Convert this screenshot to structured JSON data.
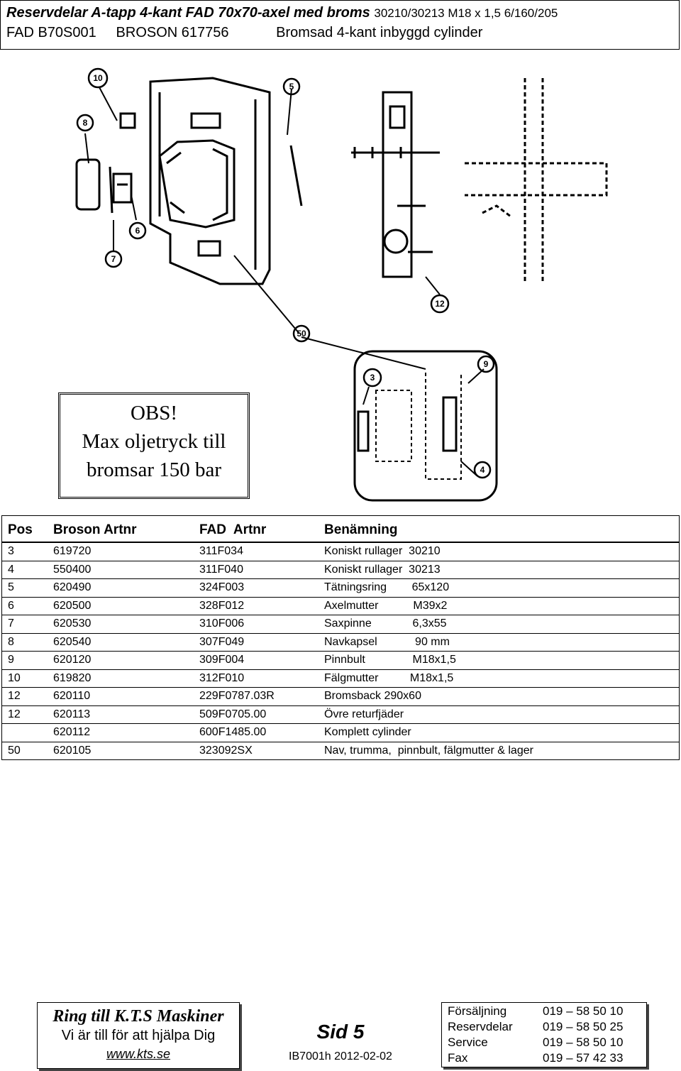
{
  "header": {
    "title": "Reservdelar A-tapp 4-kant FAD 70x70-axel med broms",
    "spec": "30210/30213   M18 x 1,5   6/160/205",
    "line2": "FAD B70S001     BROSON 617756            Bromsad 4-kant inbyggd cylinder"
  },
  "drawing": {
    "callouts": [
      "10",
      "5",
      "8",
      "6",
      "7",
      "12",
      "50",
      "3",
      "9",
      "4"
    ],
    "notice": {
      "line1": "OBS!",
      "line2": "Max oljetryck till",
      "line3": "bromsar 150 bar"
    }
  },
  "table": {
    "headers": [
      "Pos",
      "Broson Artnr",
      "FAD  Artnr",
      "Benämning"
    ],
    "rows": [
      [
        "3",
        "619720",
        "311F034",
        "Koniskt rullager  30210"
      ],
      [
        "4",
        "550400",
        "311F040",
        "Koniskt rullager  30213"
      ],
      [
        "5",
        "620490",
        "324F003",
        "Tätningsring        65x120"
      ],
      [
        "6",
        "620500",
        "328F012",
        "Axelmutter           M39x2"
      ],
      [
        "7",
        "620530",
        "310F006",
        "Saxpinne             6,3x55"
      ],
      [
        "8",
        "620540",
        "307F049",
        "Navkapsel            90 mm"
      ],
      [
        "9",
        "620120",
        "309F004",
        "Pinnbult               M18x1,5"
      ],
      [
        "10",
        "619820",
        "312F010",
        "Fälgmutter          M18x1,5"
      ],
      [
        "12",
        "620110",
        "229F0787.03R",
        "Bromsback 290x60"
      ],
      [
        "12",
        "620113",
        "509F0705.00",
        "Övre returfjäder"
      ],
      [
        "",
        "620112",
        "600F1485.00",
        "Komplett cylinder"
      ],
      [
        "50",
        "620105",
        "323092SX",
        "Nav, trumma,  pinnbult, fälgmutter & lager"
      ]
    ]
  },
  "footer": {
    "left": {
      "line1": "Ring till K.T.S Maskiner",
      "line2": "Vi är till för att hjälpa Dig",
      "link": "www.kts.se"
    },
    "middle": {
      "page": "Sid 5",
      "doc": "IB7001h 2012-02-02"
    },
    "contacts": [
      {
        "label": "Försäljning",
        "phone": "019 – 58 50 10"
      },
      {
        "label": "Reservdelar",
        "phone": "019 – 58 50 25"
      },
      {
        "label": "Service",
        "phone": "019 – 58 50 10"
      },
      {
        "label": "Fax",
        "phone": "019 – 57 42 33"
      }
    ]
  }
}
